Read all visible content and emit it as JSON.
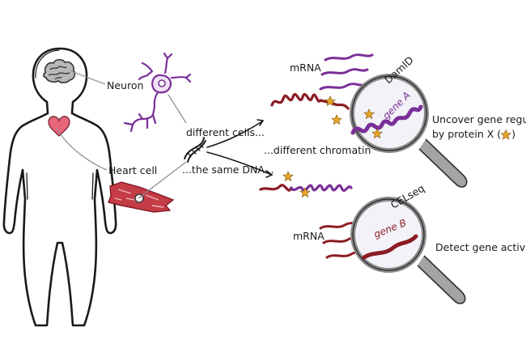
{
  "labels": {
    "neuron": "Neuron",
    "heart_cell": "Heart cell",
    "different_cells": "different cells...",
    "different_chromatin": "...different chromatin",
    "same_dna": "...the same DNA...",
    "mrna_top": "mRNA",
    "mrna_bottom": "mRNA",
    "damid": "DamID",
    "celseq": "CELseq",
    "gene_a": "gene A",
    "gene_b": "gene B",
    "uncover_line1": "Uncover gene regulation",
    "uncover_line2": "by protein X (",
    "uncover_close": ")",
    "detect": "Detect gene activity"
  },
  "colors": {
    "outline": "#1a1a1a",
    "purple": "#7a2f98",
    "dark_red": "#8c1c24",
    "brain": "#b0b0b0",
    "heart": "#e8657a",
    "muscle": "#c43c46",
    "star": "#e8a628",
    "magnifier_fill": "#f2f2f8",
    "handle": "#a4a4a4"
  },
  "icons": [
    "human-body-icon",
    "brain-icon",
    "heart-icon",
    "neuron-cell-icon",
    "heart-muscle-cell-icon",
    "dna-helix-icon",
    "chromatin-strand-icon",
    "mrna-strand-icon",
    "magnifier-icon",
    "protein-x-star-icon"
  ]
}
